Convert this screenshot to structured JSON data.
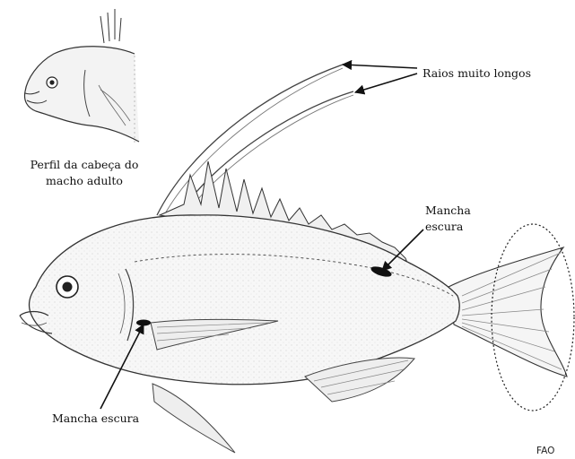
{
  "labels": {
    "long_rays": "Raios muito longos",
    "dark_spot_top_line1": "Mancha",
    "dark_spot_top_line2": "escura",
    "dark_spot_bottom": "Mancha escura",
    "inset_caption_line1": "Perfil da cabeça do",
    "inset_caption_line2": "macho adulto",
    "credit": "FAO"
  },
  "icons": [
    "fish-illustration",
    "head-profile-inset",
    "arrow",
    "dashed-ellipse"
  ]
}
